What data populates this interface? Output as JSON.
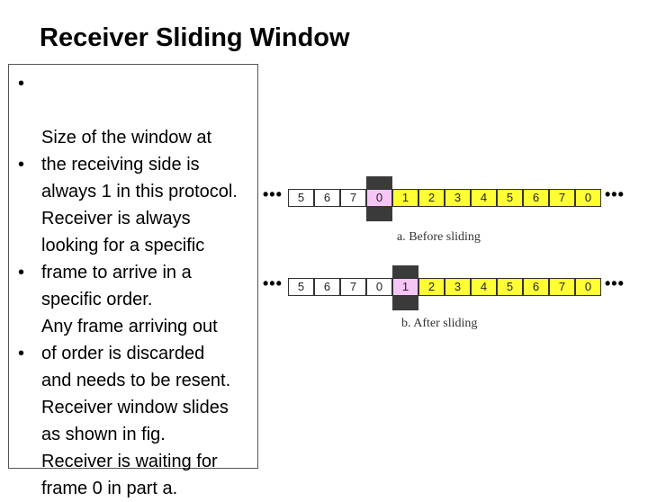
{
  "title": "Receiver Sliding Window",
  "bullets": [
    "Size of the window at\nthe receiving side is\nalways 1 in this protocol.",
    "Receiver is always\nlooking for a specific\nframe to arrive in a\nspecific order.",
    "Any frame arriving out\nof order is discarded\nand needs to be resent.",
    "Receiver window slides\nas shown in fig.\nReceiver is waiting for\nframe 0 in part a."
  ],
  "bullet_symbol": "•",
  "ellipsis": "•••",
  "diagram": {
    "frames": [
      "5",
      "6",
      "7",
      "0",
      "1",
      "2",
      "3",
      "4",
      "5",
      "6",
      "7",
      "0"
    ],
    "part_a": {
      "caption": "a. Before sliding",
      "window_index": 3
    },
    "part_b": {
      "caption": "b. After sliding",
      "window_index": 4
    },
    "colors": {
      "before_window": "#ffffff",
      "after_window": "#ffff33",
      "window_frame": "#f5c6f5",
      "window_marker": "#3a3a3a"
    }
  }
}
